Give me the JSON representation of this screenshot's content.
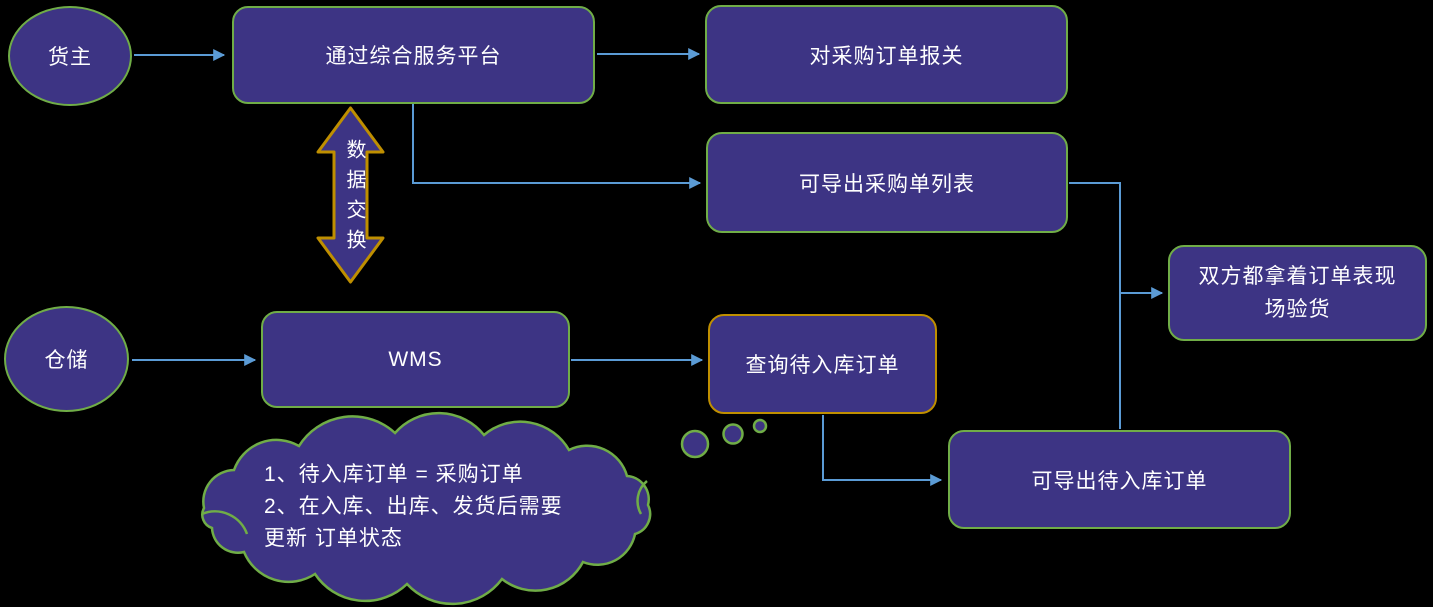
{
  "colors": {
    "background": "#000000",
    "shape_fill": "#3D3484",
    "border_green": "#70AD47",
    "border_gold": "#BF8F00",
    "connector_blue": "#5B9BD5",
    "label_text": "#FFFFFF"
  },
  "nodes": {
    "owner": {
      "label": "货主"
    },
    "platform": {
      "label": "通过综合服务平台"
    },
    "customs_declare": {
      "label": "对采购订单报关"
    },
    "export_purchase_list": {
      "label": "可导出采购单列表"
    },
    "site_inspection": {
      "label": "双方都拿着订单表现\n场验货"
    },
    "warehouse": {
      "label": "仓储"
    },
    "wms": {
      "label": "WMS"
    },
    "query_inbound_orders": {
      "label": "查询待入库订单"
    },
    "export_inbound_orders": {
      "label": "可导出待入库订单"
    }
  },
  "data_exchange_arrow": {
    "label": "数据交换"
  },
  "cloud_note": {
    "line1": "1、待入库订单 = 采购订单",
    "line2": "2、在入库、出库、发货后需要",
    "line3": "更新 订单状态"
  }
}
